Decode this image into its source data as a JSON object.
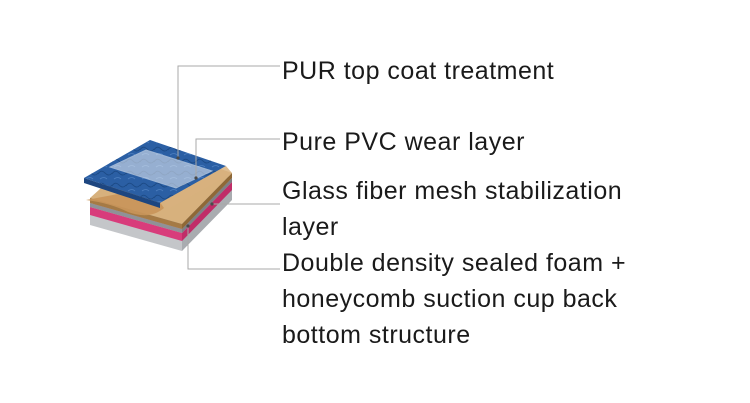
{
  "diagram": {
    "labels": [
      {
        "id": "pur",
        "lines": [
          "PUR top coat treatment"
        ]
      },
      {
        "id": "pvc",
        "lines": [
          "Pure PVC wear layer"
        ]
      },
      {
        "id": "glass",
        "lines": [
          "Glass fiber mesh stabilization",
          "layer"
        ]
      },
      {
        "id": "foam",
        "lines": [
          "Double density sealed foam +",
          "honeycomb suction cup back",
          "bottom structure"
        ]
      }
    ],
    "colors": {
      "pur_coat": "#dfe6ef",
      "pvc_wear_blue": "#2b5fa4",
      "wear_sheet_tan": "#c99e68",
      "glass_fiber_pink": "#e84b8a",
      "foam_grey": "#cfd1d4",
      "leader_line": "#a9a9a9",
      "text": "#1a1a1a"
    }
  }
}
